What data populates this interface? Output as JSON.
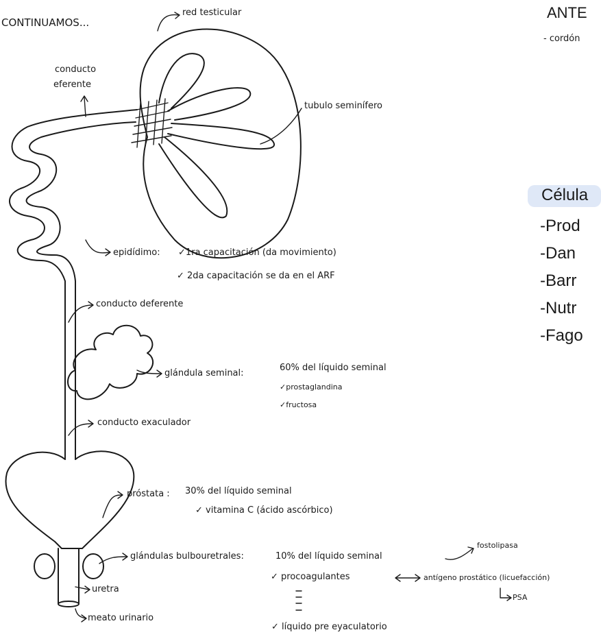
{
  "header": {
    "left_title": "CONTINUAMOS...",
    "right_title": "ANTE",
    "right_sub": "- cordón"
  },
  "labels": {
    "red_testicular": "red testicular",
    "conducto_eferente_1": "conducto",
    "conducto_eferente_2": "eferente",
    "tubulo": "tubulo seminífero",
    "epididimo": "epidídimo:",
    "epididimo_1": "✓1ra capacitación (da movimiento)",
    "epididimo_2": "✓ 2da capacitación se da en el ARF",
    "conducto_deferente": "conducto deferente",
    "glandula_seminal": "glándula seminal:",
    "glandula_seminal_pct": "60% del líquido seminal",
    "prostaglandina": "✓prostaglandina",
    "fructosa": "✓fructosa",
    "conducto_eyaculador": "conducto exaculador",
    "prostata": "próstata :",
    "prostata_pct": "30% del líquido seminal",
    "vitamina": "✓ vitamina C (ácido ascórbico)",
    "bulbouretrales": "glándulas bulbouretrales:",
    "bulbo_pct": "10% del líquido seminal",
    "fosfolipasa": "fostolipasa",
    "procoagulantes": "✓ procoagulantes",
    "antigeno": "antígeno prostático (licuefacción)",
    "psa": "PSA",
    "liquido_pre": "✓ líquido pre eyaculatorio",
    "uretra": "uretra",
    "meato": "meato urinario"
  },
  "right_panel": {
    "title": "Célula",
    "items": [
      "-Prod",
      "-Dan",
      "-Barr",
      "-Nutr",
      "-Fago"
    ]
  }
}
